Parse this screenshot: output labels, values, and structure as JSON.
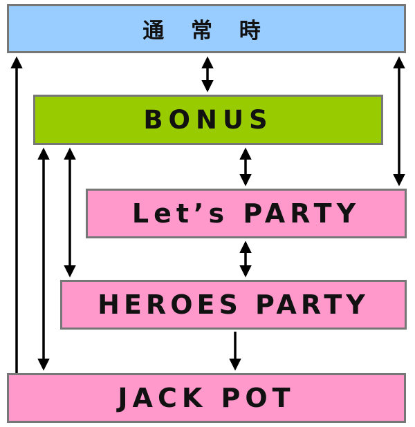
{
  "colors": {
    "normal": "#99ccff",
    "bonus": "#99cc00",
    "party": "#ff99cc",
    "border": "#777777",
    "arrow": "#000000"
  },
  "nodes": {
    "normal": "通 常 時",
    "bonus": "BONUS",
    "lets_party": "Let’s PARTY",
    "heroes_party": "HEROES PARTY",
    "jackpot": "JACK POT"
  },
  "edges": [
    {
      "from": "normal",
      "to": "bonus",
      "direction": "both"
    },
    {
      "from": "normal",
      "to": "lets_party",
      "direction": "both"
    },
    {
      "from": "jackpot",
      "to": "normal",
      "direction": "forward"
    },
    {
      "from": "bonus",
      "to": "lets_party",
      "direction": "both"
    },
    {
      "from": "bonus",
      "to": "heroes_party",
      "direction": "both"
    },
    {
      "from": "bonus",
      "to": "jackpot",
      "direction": "both"
    },
    {
      "from": "lets_party",
      "to": "heroes_party",
      "direction": "both"
    },
    {
      "from": "heroes_party",
      "to": "jackpot",
      "direction": "forward"
    }
  ]
}
